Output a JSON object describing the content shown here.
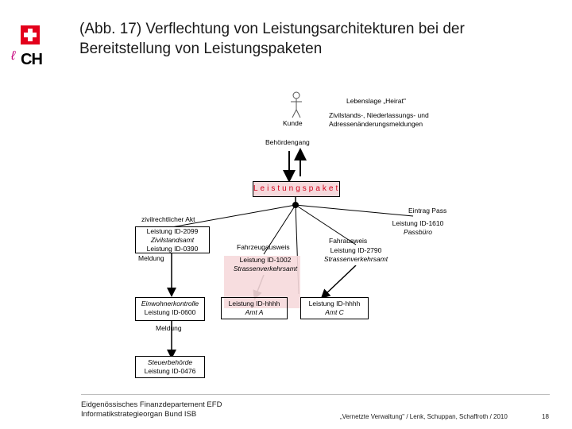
{
  "header": {
    "title": "(Abb. 17) Verflechtung von Leistungsarchitekturen bei der Bereitstellung von Leistungspaketen",
    "logo_text": "CH",
    "logo_mark": "swiss-flag-icon"
  },
  "diagram": {
    "lebenslage": "Lebenslage „Heirat\"",
    "kunde": "Kunde",
    "meldungen": "Zivilstands-, Niederlassungs- und Adressenänderungsmeldungen",
    "behoerdengang": "Behördengang",
    "leistungspaket": "Leistungspaket",
    "eintrag_pass": "Eintrag Pass",
    "zivilrechtlicher_akt": "zivilrechtlicher Akt",
    "zivilstand_box": {
      "line1": "Leistung ID-2099",
      "line2": "Zivilstandsamt",
      "line3": "Leistung ID-0390"
    },
    "fahrzeugausweis": "Fahrzeugausweis",
    "fahrausweis": "Fahrausweis",
    "passbuero": {
      "line1": "Leistung ID-1610",
      "line2": "Passbüro"
    },
    "meldung_1": "Meldung",
    "strassenverkehr_1002": {
      "line1": "Leistung ID-1002",
      "line2": "Strassenverkehrsamt"
    },
    "strassenverkehr_2790": {
      "line1": "Leistung ID-2790",
      "line2": "Strassenverkehrsamt"
    },
    "einwohnerkontrolle": {
      "line1": "Einwohnerkontrolle",
      "line2": "Leistung ID-0600"
    },
    "amt_a": {
      "line1": "Leistung ID-hhhh",
      "line2": "Amt A"
    },
    "amt_c": {
      "line1": "Leistung ID-hhhh",
      "line2": "Amt C"
    },
    "meldung_2": "Meldung",
    "steuerbehoerde": {
      "line1": "Steuerbehörde",
      "line2": "Leistung ID-0476"
    }
  },
  "footer": {
    "dept_line1": "Eidgenössisches Finanzdepartement EFD",
    "dept_line2": "Informatikstrategieorgan Bund ISB",
    "citation": "„Vernetzte Verwaltung\" / Lenk, Schuppan, Schaffroth / 2010",
    "page_number": "18"
  },
  "colors": {
    "accent_red": "#e3001b",
    "highlight_pink": "#f6d9dc",
    "logo_magenta": "#c7007d"
  }
}
